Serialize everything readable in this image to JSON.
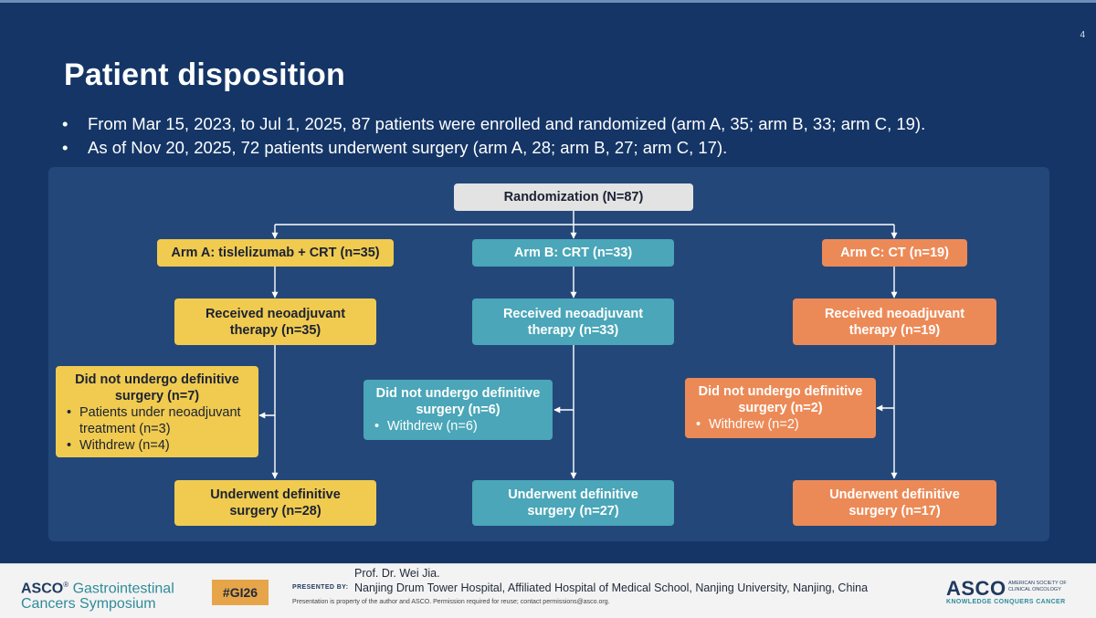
{
  "slide": {
    "page_number": "4",
    "title": "Patient disposition",
    "bullets": [
      "From Mar 15, 2023, to Jul 1, 2025, 87 patients were enrolled and randomized (arm A, 35; arm B, 33; arm C, 19).",
      "As of Nov 20, 2025, 72 patients underwent surgery (arm A, 28; arm B, 27; arm C, 17)."
    ]
  },
  "flowchart": {
    "randomization": "Randomization (N=87)",
    "arm_a": {
      "label": "Arm A: tislelizumab + CRT (n=35)",
      "received_1": "Received neoadjuvant",
      "received_2": "therapy (n=35)",
      "excluded_head_1": "Did not undergo definitive",
      "excluded_head_2": "surgery (n=7)",
      "excluded_items": [
        "Patients under neoadjuvant treatment (n=3)",
        "Withdrew (n=4)"
      ],
      "surgery_1": "Underwent definitive",
      "surgery_2": "surgery (n=28)"
    },
    "arm_b": {
      "label": "Arm B: CRT (n=33)",
      "received_1": "Received neoadjuvant",
      "received_2": "therapy (n=33)",
      "excluded_head_1": "Did not undergo definitive",
      "excluded_head_2": "surgery (n=6)",
      "excluded_items": [
        "Withdrew (n=6)"
      ],
      "surgery_1": "Underwent definitive",
      "surgery_2": "surgery (n=27)"
    },
    "arm_c": {
      "label": "Arm C: CT (n=19)",
      "received_1": "Received neoadjuvant",
      "received_2": "therapy (n=19)",
      "excluded_head_1": "Did not undergo definitive",
      "excluded_head_2": "surgery (n=2)",
      "excluded_items": [
        "Withdrew (n=2)"
      ],
      "surgery_1": "Underwent definitive",
      "surgery_2": "surgery (n=17)"
    },
    "colors": {
      "arm_a": "#f0cb4f",
      "arm_b": "#4aa6b8",
      "arm_c": "#ec8a57",
      "randomization": "#e3e3e3"
    }
  },
  "footer": {
    "asco_left_1": "ASCO",
    "asco_left_tm": "®",
    "asco_left_2": " Gastrointestinal",
    "asco_left_3": "Cancers Symposium",
    "hashtag": "#GI26",
    "presented_by": "PRESENTED BY:",
    "presenter_name": "Prof. Dr. Wei Jia.",
    "presenter_affiliation": "Nanjing Drum Tower Hospital, Affiliated Hospital of Medical School, Nanjing University, Nanjing, China",
    "notice": "Presentation is property of the author and ASCO. Permission required for reuse; contact permissions@asco.org.",
    "asco_right": "ASCO",
    "asco_right_small": "AMERICAN SOCIETY OF CLINICAL ONCOLOGY",
    "asco_right_tag": "KNOWLEDGE CONQUERS CANCER"
  }
}
